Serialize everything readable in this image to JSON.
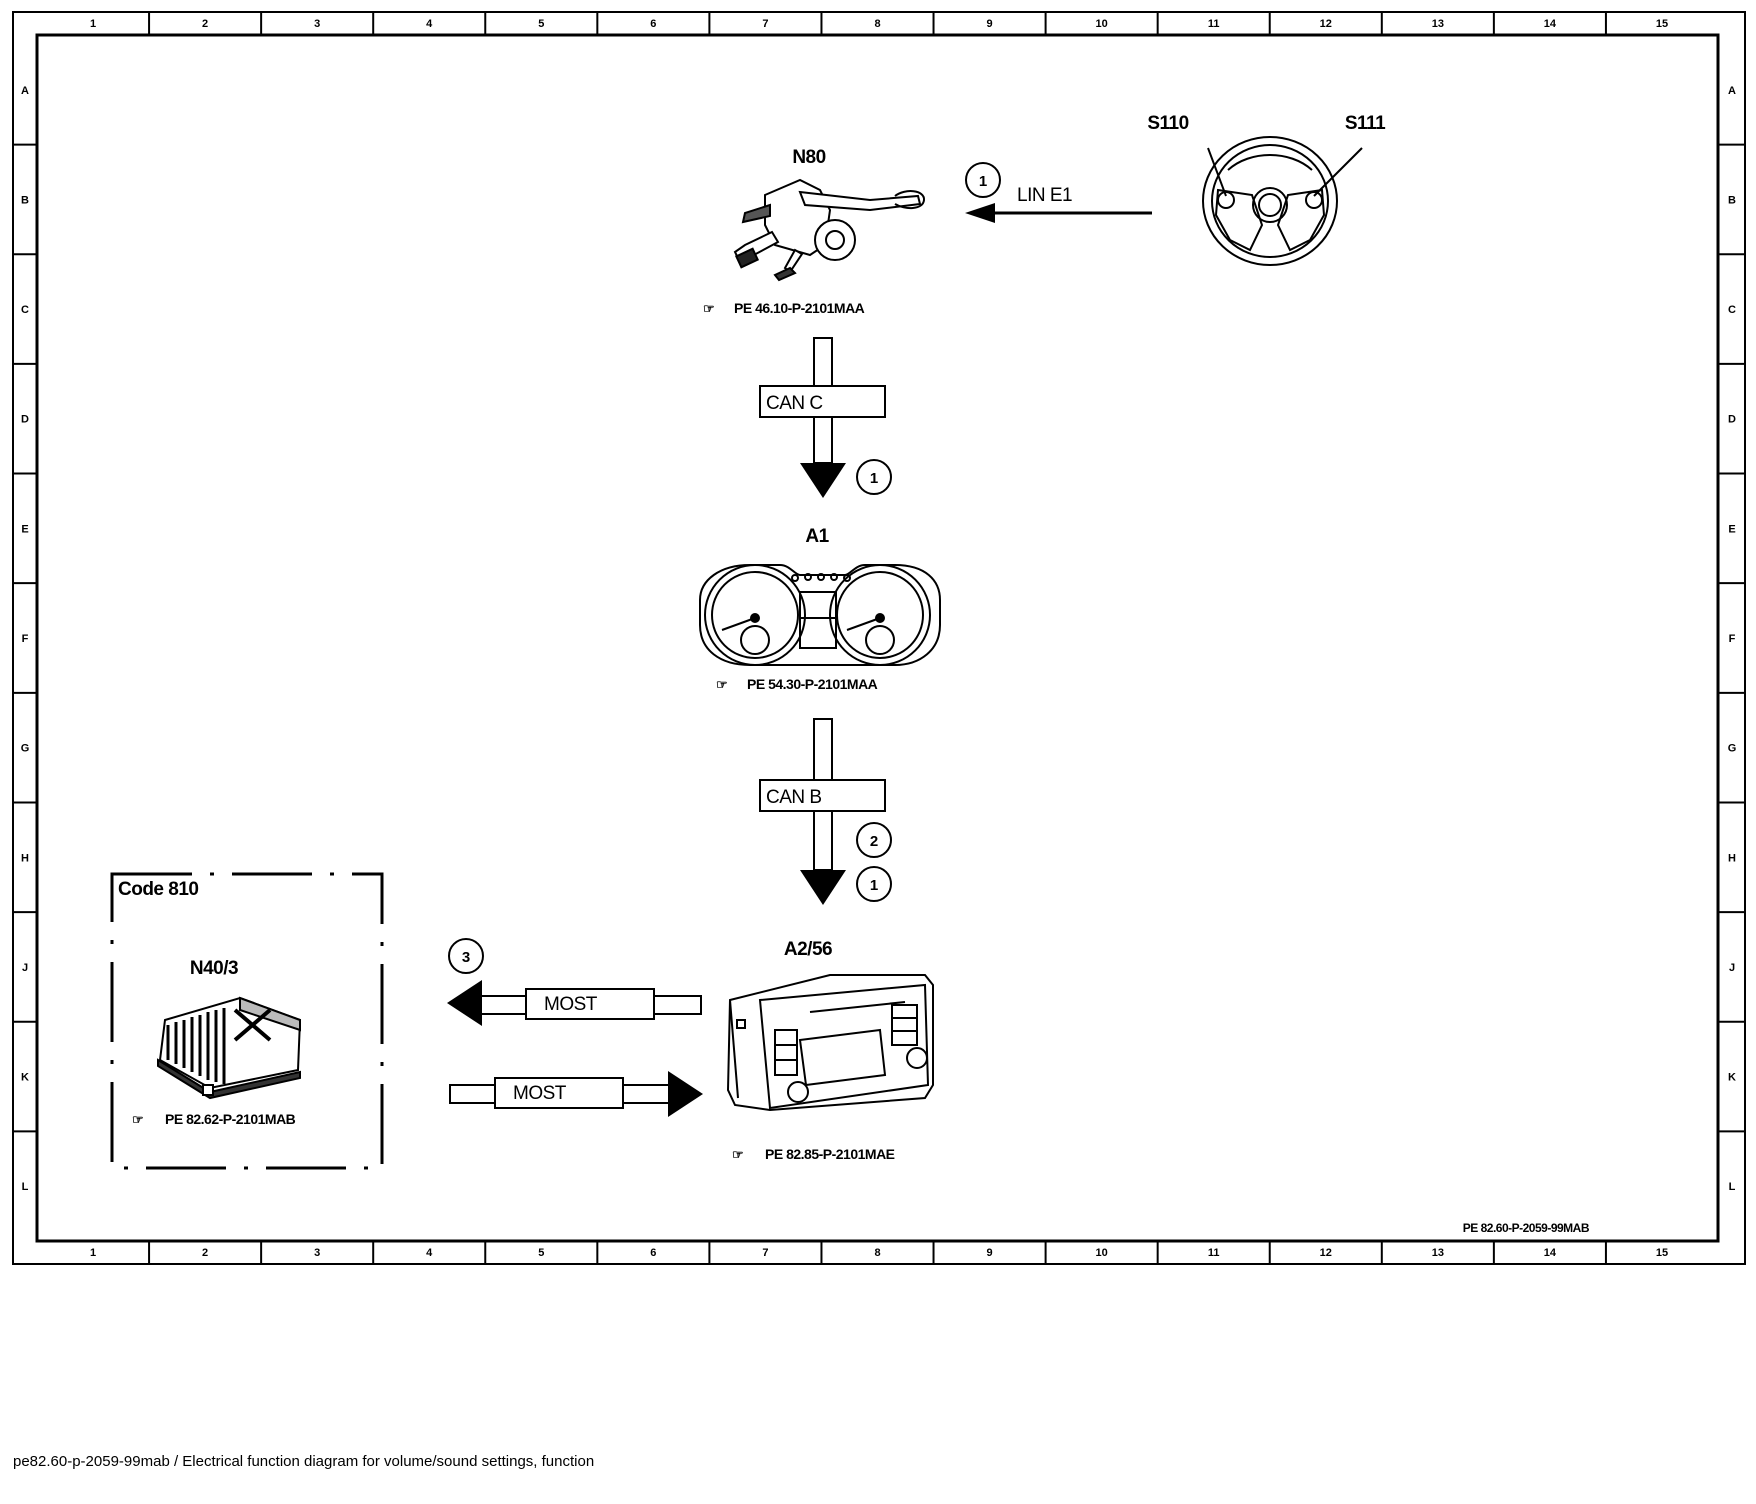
{
  "frame": {
    "columns": [
      "1",
      "2",
      "3",
      "4",
      "5",
      "6",
      "7",
      "8",
      "9",
      "10",
      "11",
      "12",
      "13",
      "14",
      "15"
    ],
    "rows": [
      "A",
      "B",
      "C",
      "D",
      "E",
      "F",
      "G",
      "H",
      "J",
      "K",
      "L"
    ],
    "drawing_id": "PE 82.60-P-2059-99MAB"
  },
  "components": {
    "n80": {
      "label": "N80",
      "ref": "PE 46.10-P-2101MAA",
      "icon": "steering-column-switch-icon"
    },
    "steering_wheel": {
      "left_label": "S110",
      "right_label": "S111",
      "icon": "steering-wheel-icon"
    },
    "a1": {
      "label": "A1",
      "ref": "PE 54.30-P-2101MAA",
      "icon": "instrument-cluster-icon"
    },
    "a2_56": {
      "label": "A2/56",
      "ref": "PE 82.85-P-2101MAE",
      "icon": "head-unit-icon"
    },
    "n40_3": {
      "label": "N40/3",
      "ref": "PE 82.62-P-2101MAB",
      "icon": "amplifier-icon"
    },
    "code_box": {
      "label": "Code 810"
    }
  },
  "connections": {
    "lin": {
      "label": "LIN E1",
      "marker": "1"
    },
    "can_c": {
      "label": "CAN C",
      "marker": "1"
    },
    "can_b": {
      "label": "CAN B",
      "marker_upper": "2",
      "marker_lower": "1"
    },
    "most_out": {
      "label": "MOST",
      "marker": "3"
    },
    "most_in": {
      "label": "MOST"
    }
  },
  "caption": "pe82.60-p-2059-99mab / Electrical function diagram for volume/sound settings, function"
}
